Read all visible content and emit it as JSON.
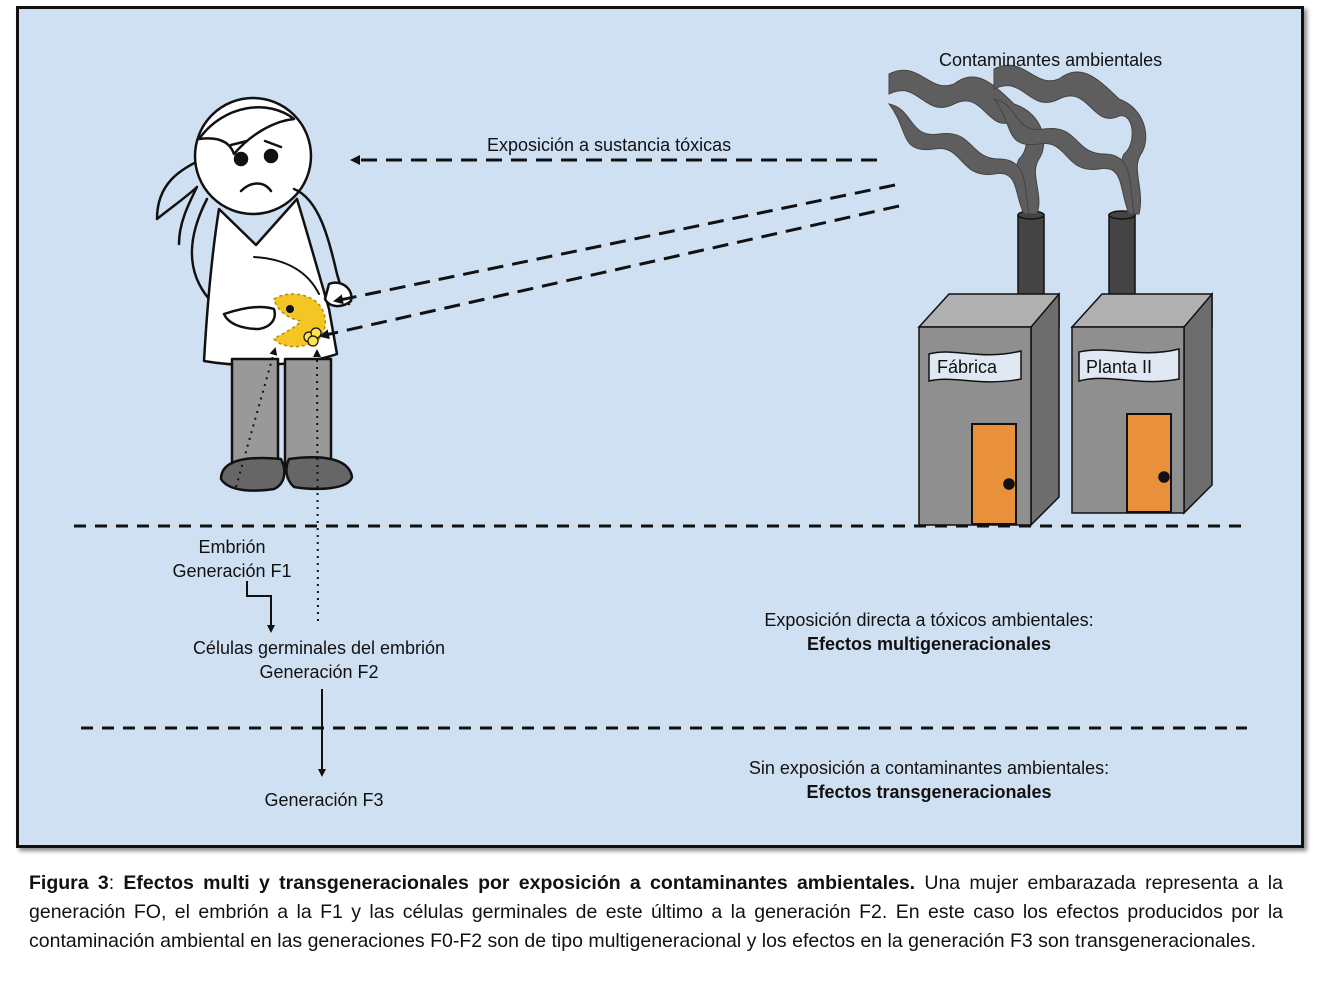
{
  "labels": {
    "pollutants": "Contaminantes ambientales",
    "exposure": "Exposición a sustancia tóxicas",
    "factory": "Fábrica",
    "plant": "Planta II",
    "embryo": "Embrión",
    "gen_f1": "Generación F1",
    "germ_cells": "Células germinales del embrión",
    "gen_f2": "Generación F2",
    "gen_f3": "Generación F3",
    "direct_exposure": "Exposición directa a tóxicos ambientales:",
    "multigen_effects": "Efectos multigeneracionales",
    "no_exposure": "Sin exposición a contaminantes ambientales:",
    "transgen_effects": "Efectos transgeneracionales"
  },
  "caption": {
    "fig_label": "Figura 3",
    "sep": ": ",
    "title": "Efectos multi y transgeneracionales por exposición a contaminantes ambientales.",
    "text": " Una mujer embarazada representa a la generación FO, el embrión a la F1 y las células germinales de este último a la generación F2.  En este caso los efectos producidos por la contaminación ambiental en las generaciones F0-F2 son de tipo multigeneracional y los efectos en la generación F3 son transgeneracionales."
  },
  "colors": {
    "background": "#cfe0f3",
    "smoke": "#5e5e5e",
    "building": "#8f8f8f",
    "door": "#e8903a",
    "embryo": "#f3c623"
  }
}
